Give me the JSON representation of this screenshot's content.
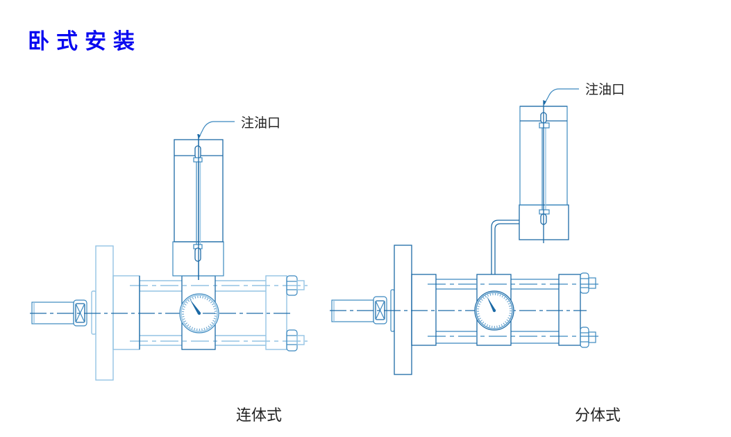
{
  "title": "卧式安装",
  "diagrams": [
    {
      "id": "integrated",
      "label": "连体式",
      "callout": "注油口"
    },
    {
      "id": "split",
      "label": "分体式",
      "callout": "注油口"
    }
  ],
  "colors": {
    "title": "#0a0af0",
    "line_dark": "#1c6aa6",
    "line": "#3b88bf",
    "line_light": "#93c3e3",
    "text": "#222222"
  }
}
